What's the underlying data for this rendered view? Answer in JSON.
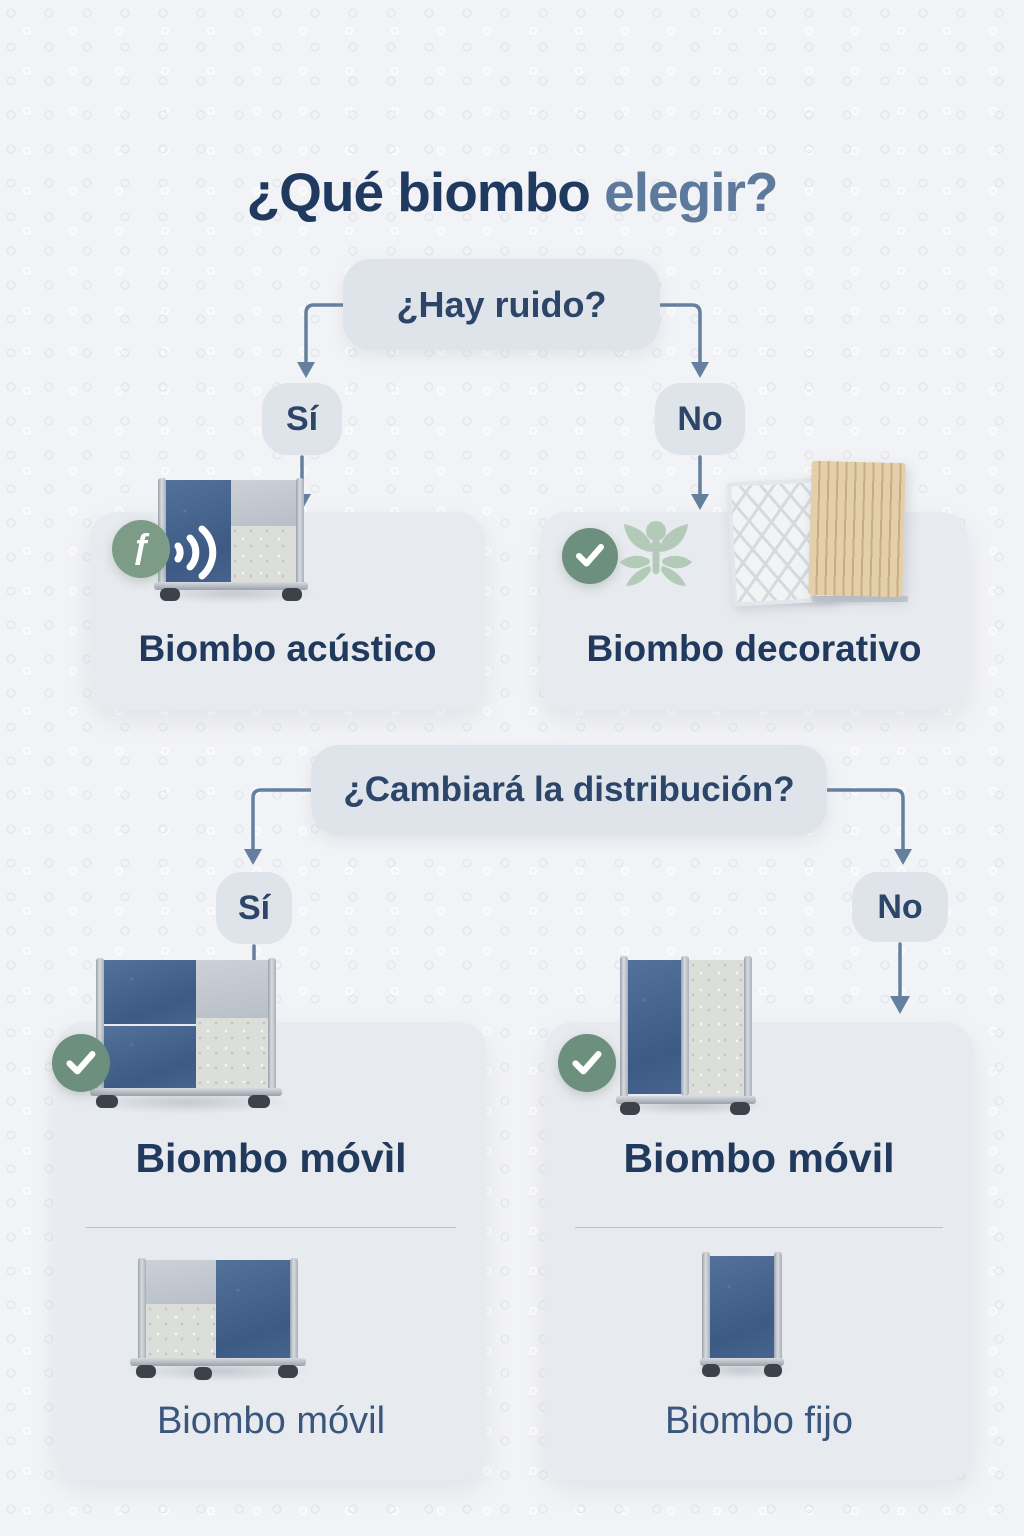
{
  "title": {
    "primary": "¿Qué biombo",
    "accent": " elegir?"
  },
  "flow1": {
    "question": "¿Hay ruido?",
    "yes_label": "Sí",
    "no_label": "No",
    "yes_result": {
      "label": "Biombo acústico",
      "icon": "frequency-sound-waves-icon"
    },
    "no_result": {
      "label": "Biombo decorativo",
      "icons": [
        "check-icon",
        "plant-leaf-icon"
      ]
    }
  },
  "flow2": {
    "question": "¿Cambiará la distribución?",
    "yes_label": "Sí",
    "no_label": "No",
    "yes_result": {
      "title": "Biombo móvìl",
      "icon": "check-icon",
      "sub_label": "Biombo móvil"
    },
    "no_result": {
      "title": "Biombo móvil",
      "icon": "check-icon",
      "sub_label": "Biombo fijo"
    }
  },
  "colors": {
    "accent_navy": "#1f3a5e",
    "accent_blue": "#5d7a9d",
    "arrow": "#64809e",
    "badge_green": "#6d8f7e",
    "plant_green": "#b4cab8",
    "node_bg": "#dfe4ea",
    "card_bg": "#e7eaee"
  }
}
